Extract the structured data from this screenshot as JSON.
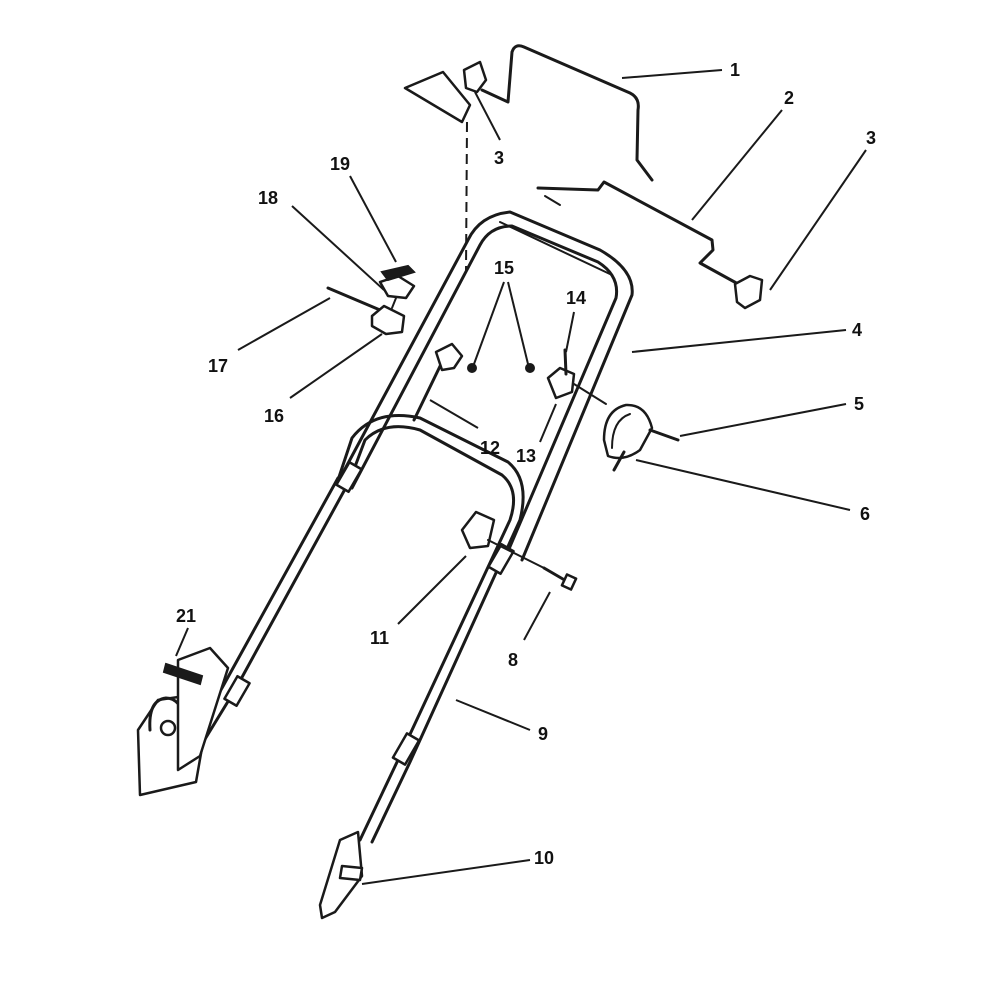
{
  "callouts": [
    {
      "id": "c1",
      "label": "1"
    },
    {
      "id": "c2",
      "label": "2"
    },
    {
      "id": "c3a",
      "label": "3"
    },
    {
      "id": "c3b",
      "label": "3"
    },
    {
      "id": "c4",
      "label": "4"
    },
    {
      "id": "c5",
      "label": "5"
    },
    {
      "id": "c6",
      "label": "6"
    },
    {
      "id": "c8",
      "label": "8"
    },
    {
      "id": "c9",
      "label": "9"
    },
    {
      "id": "c10",
      "label": "10"
    },
    {
      "id": "c11",
      "label": "11"
    },
    {
      "id": "c12",
      "label": "12"
    },
    {
      "id": "c13",
      "label": "13"
    },
    {
      "id": "c14",
      "label": "14"
    },
    {
      "id": "c15",
      "label": "15"
    },
    {
      "id": "c16",
      "label": "16"
    },
    {
      "id": "c17",
      "label": "17"
    },
    {
      "id": "c18",
      "label": "18"
    },
    {
      "id": "c19",
      "label": "19"
    },
    {
      "id": "c21",
      "label": "21"
    }
  ]
}
